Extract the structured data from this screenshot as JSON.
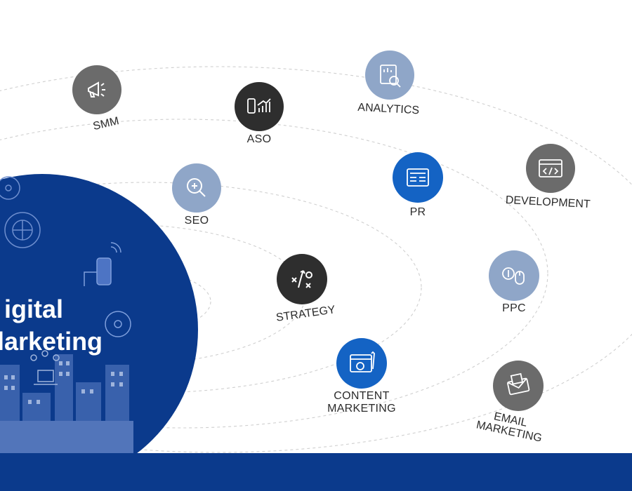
{
  "hero": {
    "title_line1": "igital",
    "title_line2": "larketing"
  },
  "colors": {
    "brand_blue": "#0b3a8c",
    "accent_blue": "#1463c4",
    "light_blue_grey": "#8fa6c8",
    "dark_grey": "#6b6b6b",
    "near_black": "#2e2e2e"
  },
  "nodes": [
    {
      "id": "smm",
      "label": "SMM",
      "icon": "megaphone-icon"
    },
    {
      "id": "aso",
      "label": "ASO",
      "icon": "mobile-growth-icon"
    },
    {
      "id": "analytics",
      "label": "ANALYTICS",
      "icon": "analytics-report-icon"
    },
    {
      "id": "seo",
      "label": "SEO",
      "icon": "search-plus-icon"
    },
    {
      "id": "pr",
      "label": "PR",
      "icon": "newspaper-icon"
    },
    {
      "id": "development",
      "label": "DEVELOPMENT",
      "icon": "code-window-icon"
    },
    {
      "id": "strategy",
      "label": "STRATEGY",
      "icon": "strategy-play-icon"
    },
    {
      "id": "ppc",
      "label": "PPC",
      "icon": "pay-per-click-icon"
    },
    {
      "id": "content",
      "label_line1": "CONTENT",
      "label_line2": "MARKETING",
      "icon": "content-settings-icon"
    },
    {
      "id": "email",
      "label_line1": "EMAIL",
      "label_line2": "MARKETING",
      "icon": "envelope-icon"
    }
  ]
}
